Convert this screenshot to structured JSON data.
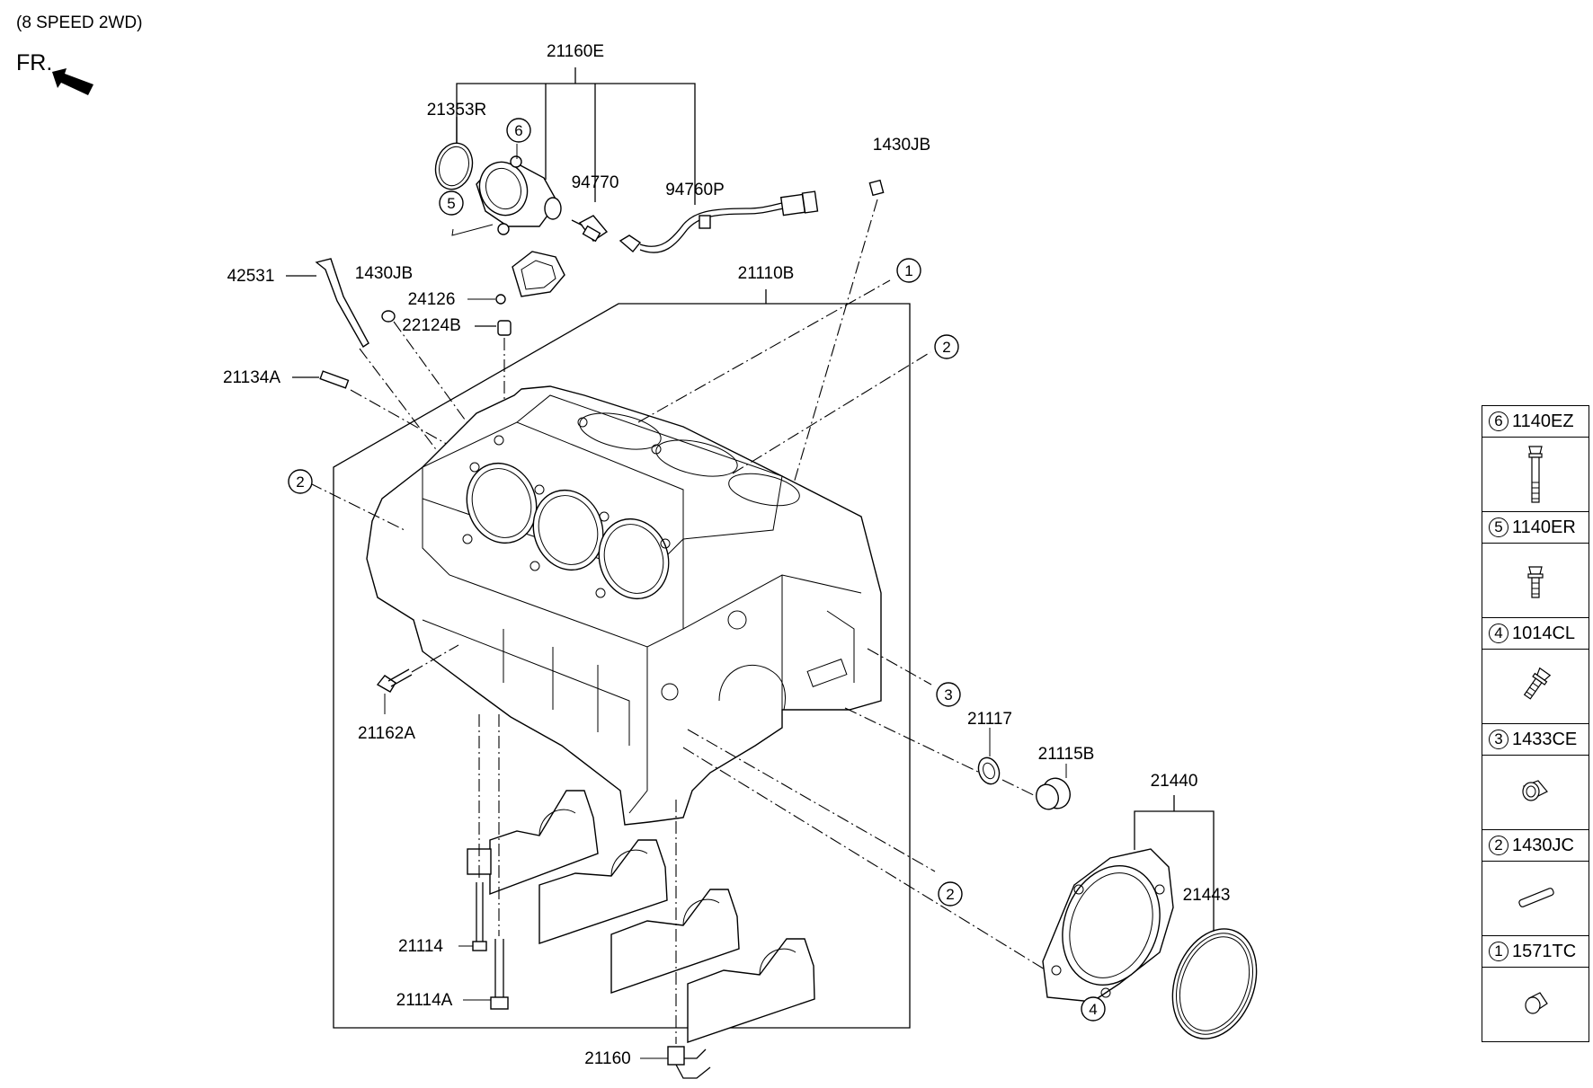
{
  "header": {
    "variant": "(8 SPEED 2WD)",
    "front": "FR."
  },
  "labels": {
    "p21160E": "21160E",
    "p21353R": "21353R",
    "p94770": "94770",
    "p94760P": "94760P",
    "p1430JB_top": "1430JB",
    "p42531": "42531",
    "p1430JB_left": "1430JB",
    "p24126": "24126",
    "p22124B": "22124B",
    "p21110B": "21110B",
    "p21134A": "21134A",
    "p21162A": "21162A",
    "p21117": "21117",
    "p21115B": "21115B",
    "p21440": "21440",
    "p21443": "21443",
    "p21114": "21114",
    "p21114A": "21114A",
    "p21160": "21160"
  },
  "callouts": {
    "c6": "6",
    "c5": "5",
    "c1": "1",
    "c2a": "2",
    "c2b": "2",
    "c3": "3",
    "c2c": "2",
    "c4": "4"
  },
  "legend": [
    {
      "num": "6",
      "code": "1140EZ",
      "icon": "long-bolt-icon"
    },
    {
      "num": "5",
      "code": "1140ER",
      "icon": "short-bolt-icon"
    },
    {
      "num": "4",
      "code": "1014CL",
      "icon": "angled-bolt-icon"
    },
    {
      "num": "3",
      "code": "1433CE",
      "icon": "plug-icon"
    },
    {
      "num": "2",
      "code": "1430JC",
      "icon": "dowel-pin-icon"
    },
    {
      "num": "1",
      "code": "1571TC",
      "icon": "cap-icon"
    }
  ]
}
